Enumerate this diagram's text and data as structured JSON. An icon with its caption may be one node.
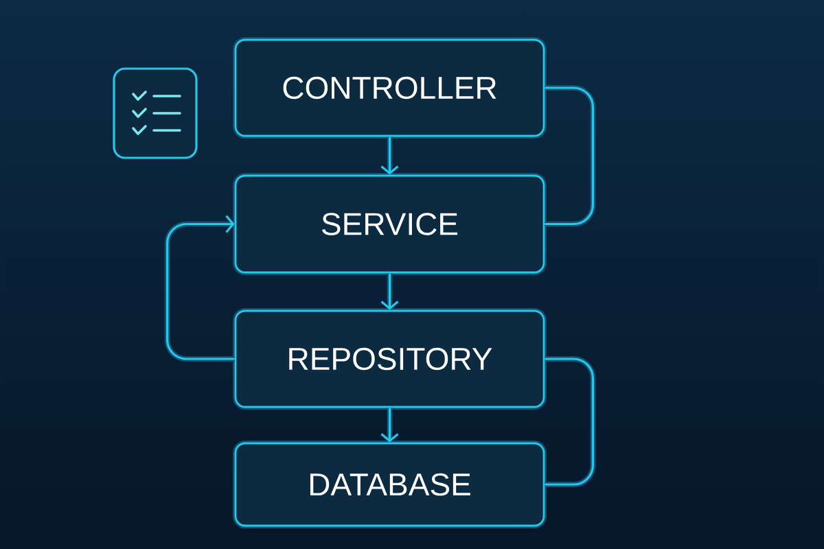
{
  "diagram": {
    "nodes": [
      {
        "text": [
          "CONTROLLER"
        ]
      },
      {
        "text": [
          "SERVICE"
        ]
      },
      {
        "text": [
          "REPOSITORY"
        ]
      },
      {
        "text": [
          "DATABASE"
        ]
      }
    ],
    "edges": [
      {
        "from": 0,
        "to": 1,
        "arrow": "to"
      },
      {
        "from": 1,
        "to": 2,
        "arrow": "to"
      },
      {
        "from": 2,
        "to": 3,
        "arrow": "to"
      },
      {
        "from": 0,
        "to": 1,
        "arrow": "none"
      },
      {
        "from": 2,
        "to": 1,
        "arrow": "to"
      },
      {
        "from": 2,
        "to": 3,
        "arrow": "none"
      }
    ]
  }
}
